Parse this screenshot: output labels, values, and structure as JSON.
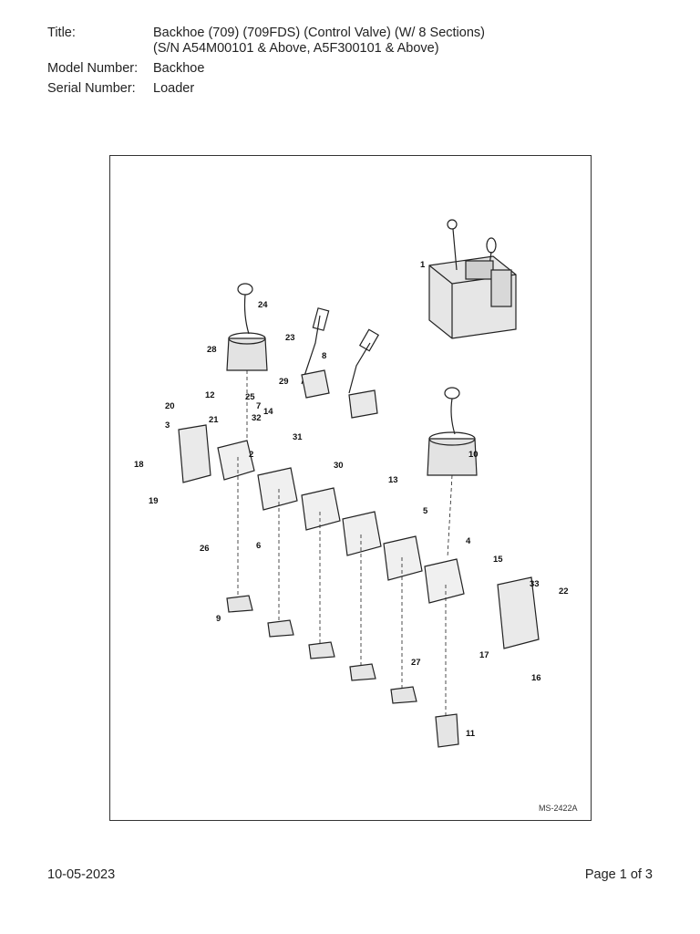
{
  "header": {
    "title_label": "Title:",
    "title_line1": "Backhoe (709) (709FDS) (Control Valve) (W/ 8 Sections)",
    "title_line2": "(S/N A54M00101 & Above, A5F300101 & Above)",
    "model_label": "Model Number:",
    "model_value": "Backhoe",
    "serial_label": "Serial Number:",
    "serial_value": "Loader"
  },
  "diagram": {
    "reference": "MS-2422A",
    "callouts": [
      "1",
      "2",
      "3",
      "4",
      "5",
      "6",
      "7",
      "8",
      "9",
      "10",
      "11",
      "12",
      "13",
      "14",
      "15",
      "16",
      "17",
      "18",
      "19",
      "20",
      "21",
      "22",
      "23",
      "24",
      "25",
      "26",
      "27",
      "28",
      "29",
      "30",
      "31",
      "32",
      "33"
    ]
  },
  "footer": {
    "date": "10-05-2023",
    "page": "Page 1 of 3"
  }
}
